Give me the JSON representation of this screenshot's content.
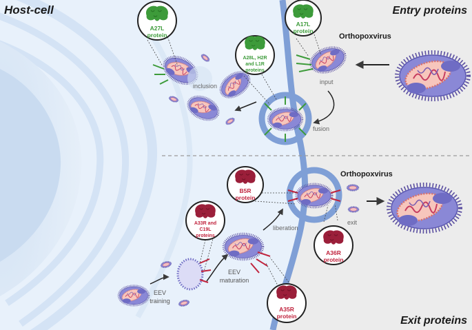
{
  "headings": {
    "host_cell": "Host-cell",
    "entry_proteins": "Entry proteins",
    "exit_proteins": "Exit proteins"
  },
  "virus_labels": {
    "top": "Orthopoxvirus",
    "bottom": "Orthopoxvirus"
  },
  "process_labels": {
    "inclusion": "inclusion",
    "input": "input",
    "fusion": "fusion",
    "liberation": "liberation",
    "exit": "exit",
    "eev_maturation_line1": "EEV",
    "eev_maturation_line2": "maturation",
    "eev_training_line1": "EEV",
    "eev_training_line2": "training"
  },
  "proteins": {
    "a27l": [
      "A27L",
      "protein"
    ],
    "a17l": [
      "A17L",
      "protein"
    ],
    "a28l": [
      "A28L, H2R",
      "and L1R",
      "proteins"
    ],
    "b5r": [
      "B5R",
      "protein"
    ],
    "a33r": [
      "A33R and",
      "C19L",
      "proteins"
    ],
    "a36r": [
      "A36R",
      "protein"
    ],
    "a35r": [
      "A35R",
      "protein"
    ]
  },
  "colors": {
    "cytoplasm": "#e8f1fb",
    "membrane": "#7f9fd6",
    "entry_protein": "#3d9b3a",
    "exit_protein": "#9b1f3a",
    "entry_text": "#3d9b3a",
    "exit_text": "#c0233d",
    "virion_outer": "#7b78c8",
    "virion_core": "#f7c9c2",
    "spikes": "#5a4ea0"
  }
}
